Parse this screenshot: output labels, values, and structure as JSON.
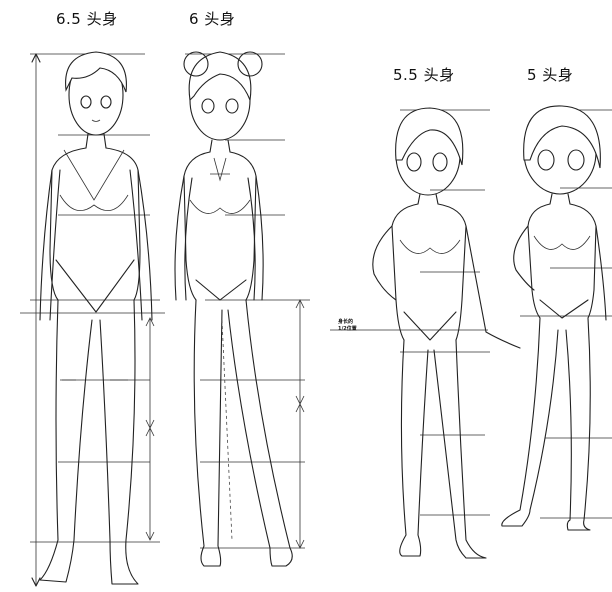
{
  "labels": {
    "fig_65": "6.5 头身",
    "fig_6": "6 头身",
    "fig_55": "5.5 头身",
    "fig_5": "5 头身"
  },
  "note": {
    "line1": "身长的",
    "line2": "1/2位置"
  }
}
